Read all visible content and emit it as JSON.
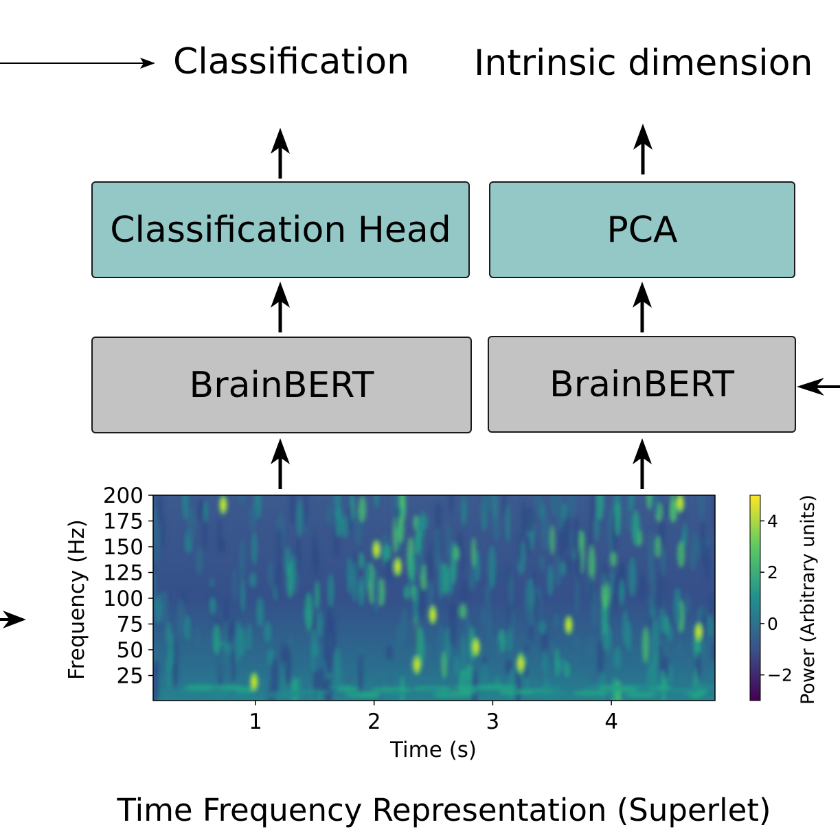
{
  "outputs": {
    "left": "Classification",
    "right": "Intrinsic dimension"
  },
  "boxes": {
    "head_left": "Classification Head",
    "head_right": "PCA",
    "model_left": "BrainBERT",
    "model_right": "BrainBERT"
  },
  "spectrogram": {
    "ylabel": "Frequency (Hz)",
    "xlabel": "Time (s)",
    "yticks": [
      "200",
      "175",
      "150",
      "125",
      "100",
      "75",
      "50",
      "25"
    ],
    "xticks": [
      "1",
      "2",
      "3",
      "4"
    ],
    "colorbar_label": "Power (Arbitrary units)",
    "colorbar_ticks": [
      "4",
      "2",
      "0",
      "−2"
    ],
    "colormap": [
      "#440154",
      "#3b528b",
      "#21908d",
      "#5dc963",
      "#fde725"
    ],
    "caption": "Time Frequency Representation (Superlet)"
  }
}
